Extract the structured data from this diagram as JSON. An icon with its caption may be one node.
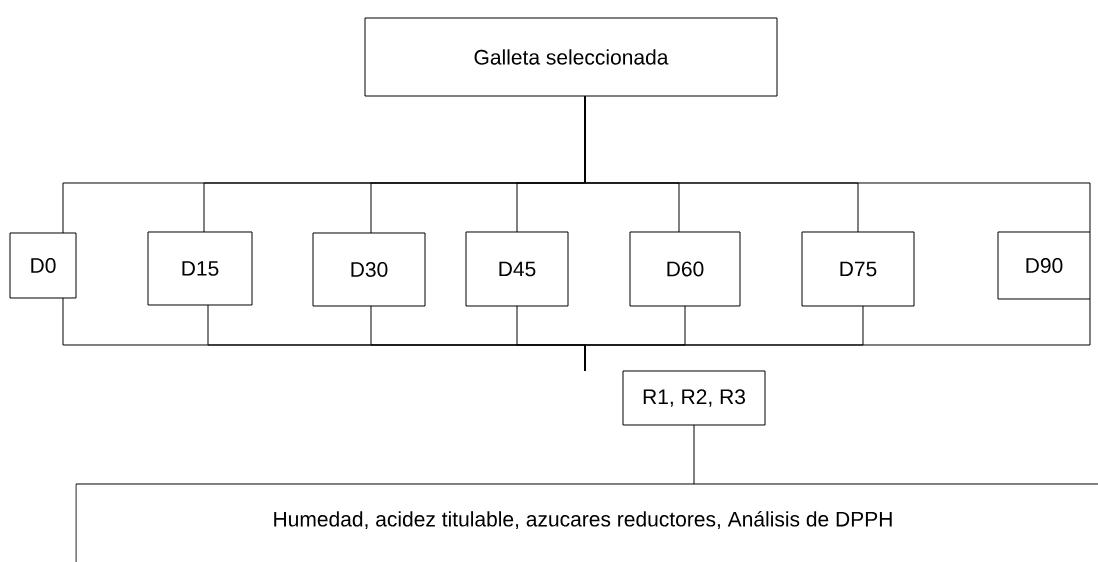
{
  "diagram": {
    "nodes": [
      {
        "text": [
          "Galleta seleccionada"
        ]
      },
      {
        "text": [
          "D0"
        ]
      },
      {
        "text": [
          "D15"
        ]
      },
      {
        "text": [
          "D30"
        ]
      },
      {
        "text": [
          "D45"
        ]
      },
      {
        "text": [
          "D60"
        ]
      },
      {
        "text": [
          "D75"
        ]
      },
      {
        "text": [
          "D90"
        ]
      },
      {
        "text": [
          "R1, R2, R3"
        ]
      },
      {
        "text": [
          "Humedad, acidez titulable, azucares reductores, Análisis de DPPH"
        ]
      }
    ],
    "edges": [
      {
        "from": 0,
        "to": 1,
        "arrow": "none"
      },
      {
        "from": 0,
        "to": 2,
        "arrow": "none"
      },
      {
        "from": 0,
        "to": 3,
        "arrow": "none"
      },
      {
        "from": 0,
        "to": 4,
        "arrow": "none"
      },
      {
        "from": 0,
        "to": 5,
        "arrow": "none"
      },
      {
        "from": 0,
        "to": 6,
        "arrow": "none"
      },
      {
        "from": 0,
        "to": 7,
        "arrow": "none"
      },
      {
        "from": 1,
        "to": 8,
        "arrow": "none"
      },
      {
        "from": 2,
        "to": 8,
        "arrow": "none"
      },
      {
        "from": 3,
        "to": 8,
        "arrow": "none"
      },
      {
        "from": 4,
        "to": 8,
        "arrow": "none"
      },
      {
        "from": 5,
        "to": 8,
        "arrow": "none"
      },
      {
        "from": 6,
        "to": 8,
        "arrow": "none"
      },
      {
        "from": 7,
        "to": 8,
        "arrow": "none"
      },
      {
        "from": 8,
        "to": 9,
        "arrow": "none"
      }
    ]
  }
}
